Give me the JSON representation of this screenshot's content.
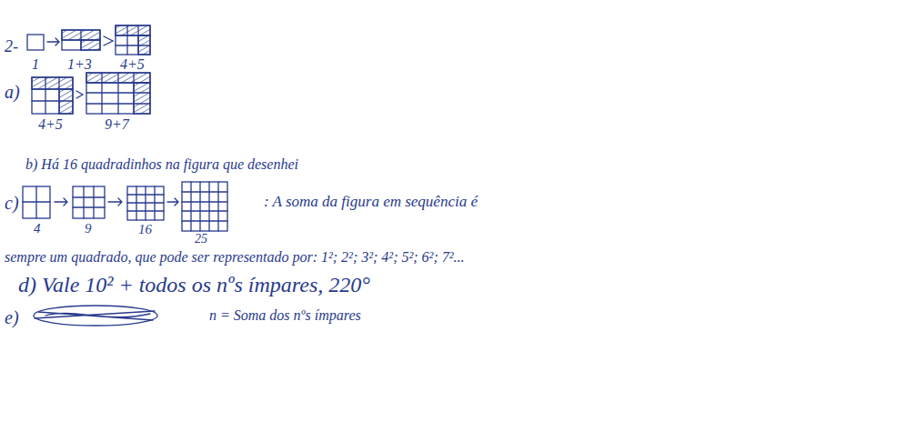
{
  "diagram": {
    "labels": [
      "2-",
      "1",
      "1+3",
      "4+5",
      "a)",
      "4+5",
      "9+7",
      "b) Há 16 quadradinhos na figura que desenhei",
      "c)",
      "4",
      "9",
      "16",
      "25",
      ": A soma da figura em sequência é",
      "sempre um quadrado, que pode ser representado por: 1²; 2²; 3²; 4²; 5²; 6²; 7²...",
      "d) Vale 10² + todos os nºs ímpares, 220°",
      "e)",
      "n = Soma dos nºs ímpares"
    ]
  }
}
